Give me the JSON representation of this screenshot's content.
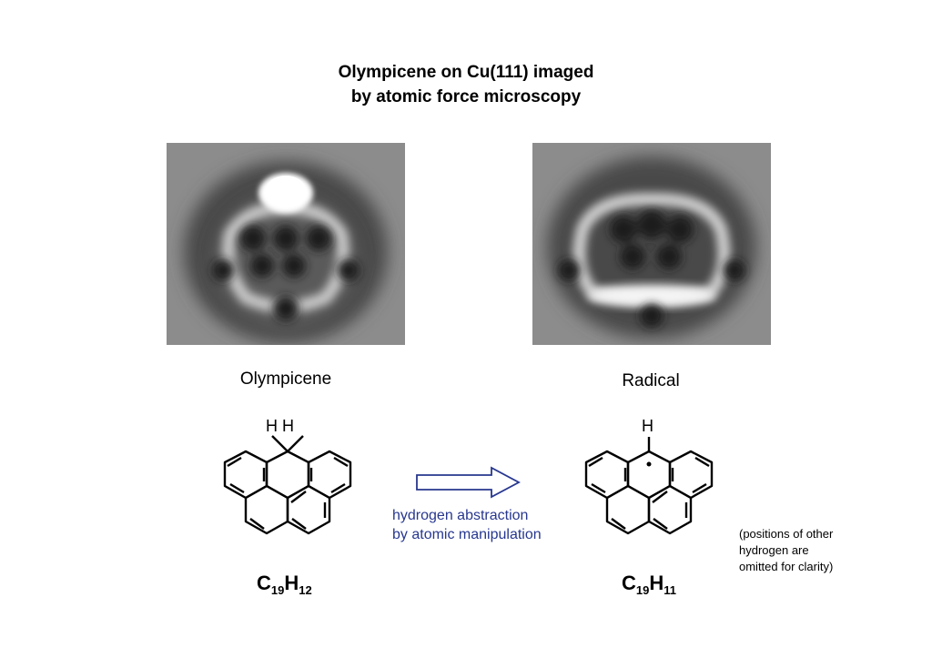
{
  "title_line1": "Olympicene on Cu(111) imaged",
  "title_line2": "by atomic force microscopy",
  "left": {
    "caption": "Olympicene",
    "h_labels": "H H",
    "formula": {
      "c": "C",
      "c_sub": "19",
      "h": "H",
      "h_sub": "12"
    }
  },
  "right": {
    "caption": "Radical",
    "h_label": "H",
    "formula": {
      "c": "C",
      "c_sub": "19",
      "h": "H",
      "h_sub": "11"
    }
  },
  "arrow_text_line1": "hydrogen abstraction",
  "arrow_text_line2": "by atomic manipulation",
  "note_line1": "(positions of other",
  "note_line2": "hydrogen are",
  "note_line3": "omitted for clarity)",
  "colors": {
    "arrow": "#27378f",
    "afm_bg": "#8c8c8c"
  }
}
